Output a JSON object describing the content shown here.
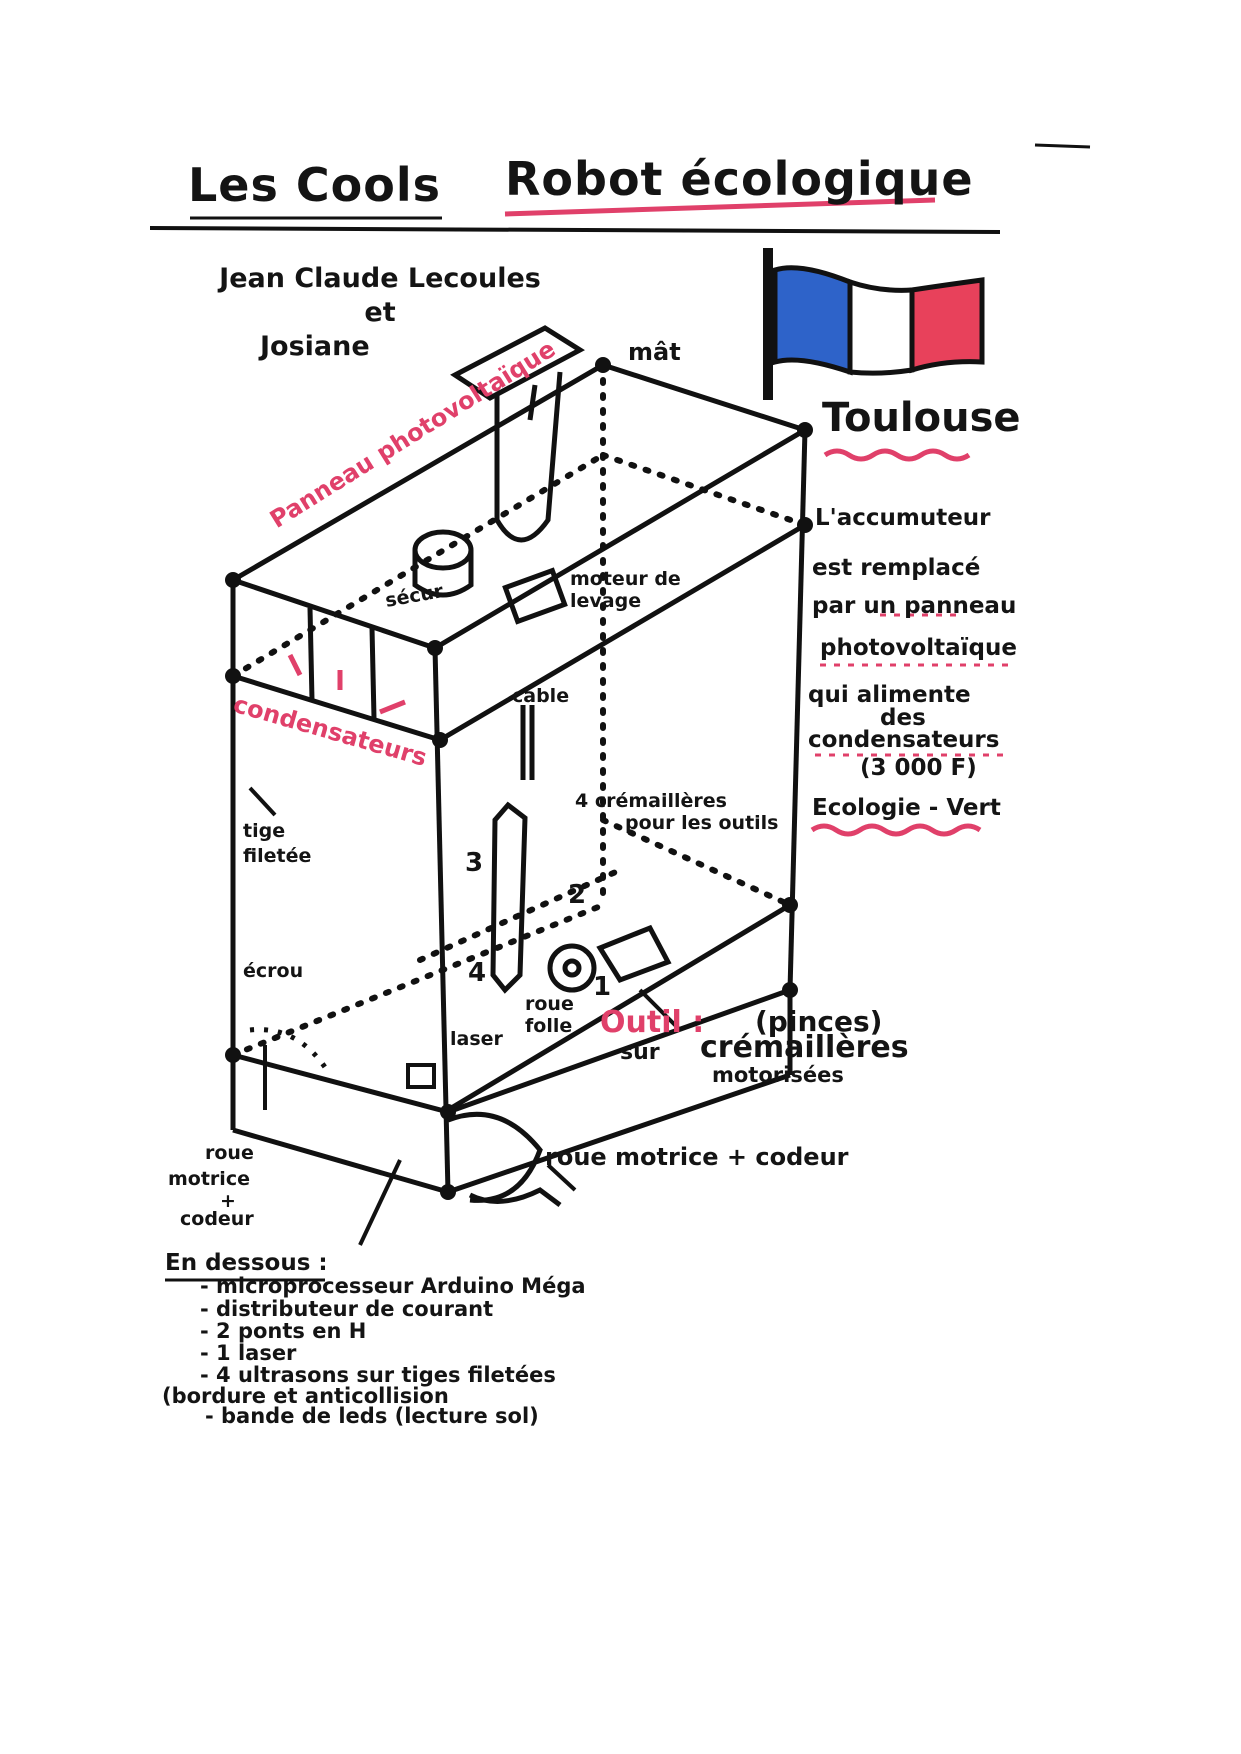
{
  "header": {
    "title_left": "Les Cools",
    "title_right": "Robot écologique"
  },
  "authors": {
    "line1": "Jean Claude Lecoules",
    "line2": "et",
    "line3": "Josiane"
  },
  "flag": {
    "colors": [
      "#2e63c9",
      "#ffffff",
      "#e8415b"
    ],
    "city": "Toulouse"
  },
  "notes": {
    "line1": "L'accumuteur",
    "line2": "est remplacé",
    "line3": "par un panneau",
    "line4": "photovoltaïque",
    "line5": "qui alimente",
    "line6": "des",
    "line7": "condensateurs",
    "line8": "(3 000 F)",
    "eco": "Ecologie - Vert"
  },
  "labels": {
    "mat": "mât",
    "panel": "Panneau photovoltaïque",
    "secur": "sécur",
    "moteur": "moteur de",
    "levage": "levage",
    "condensateurs": "condensateurs",
    "cable": "cable",
    "cremailleres": "4 crémaillères",
    "pour_outils": "pour les outils",
    "tige": "tige",
    "filetee": "filetée",
    "ecrou": "écrou",
    "num3": "3",
    "num2": "2",
    "num4": "4",
    "num1": "1",
    "roue_folle": "roue folle",
    "laser": "laser",
    "outil": "Outil :",
    "sur": "sur",
    "pinces": "(pinces)",
    "cremailleres2": "crémaillères",
    "motorisees": "motorisées",
    "roue_motrice_left1": "roue",
    "roue_motrice_left2": "motrice",
    "roue_motrice_left3": "+",
    "roue_motrice_left4": "codeur",
    "roue_motrice_right": "roue motrice + codeur"
  },
  "underneath": {
    "heading": "En dessous :",
    "items": [
      "- microprocesseur Arduino Méga",
      "- distributeur de courant",
      "- 2 ponts en H",
      "- 1 laser",
      "- 4 ultrasons sur tiges filetées",
      "(bordure et anticollision",
      "- bande de leds (lecture sol)"
    ]
  },
  "colors": {
    "ink": "#141414",
    "accent_pink": "#e0406a"
  }
}
